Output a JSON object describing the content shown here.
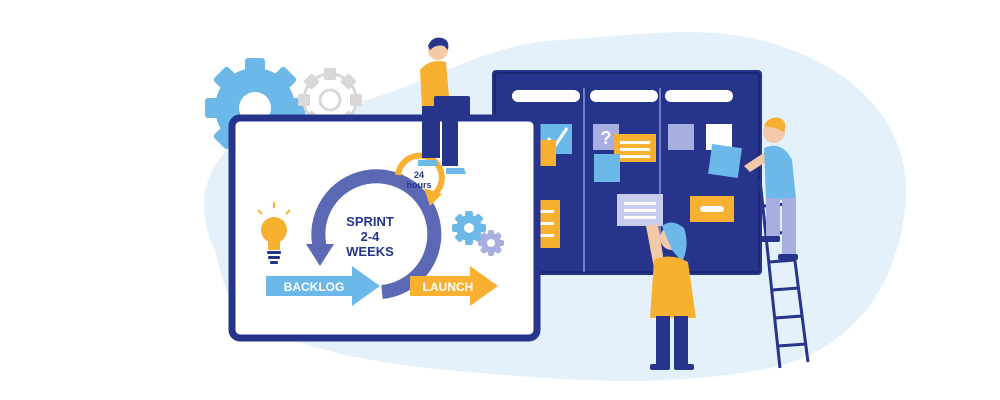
{
  "sprint": {
    "line1": "SPRINT",
    "line2": "2-4",
    "line3": "WEEKS"
  },
  "daily": {
    "line1": "24",
    "line2": "hours"
  },
  "arrows": {
    "backlog": "BACKLOG",
    "launch": "LAUNCH"
  },
  "board": {
    "question_mark": "?"
  },
  "colors": {
    "navy": "#26348c",
    "blue_light": "#6cb8e8",
    "blob": "#e4f1fb",
    "orange": "#f7b030",
    "lavender": "#a7aee0",
    "gear_grey": "#e0e0e0"
  }
}
